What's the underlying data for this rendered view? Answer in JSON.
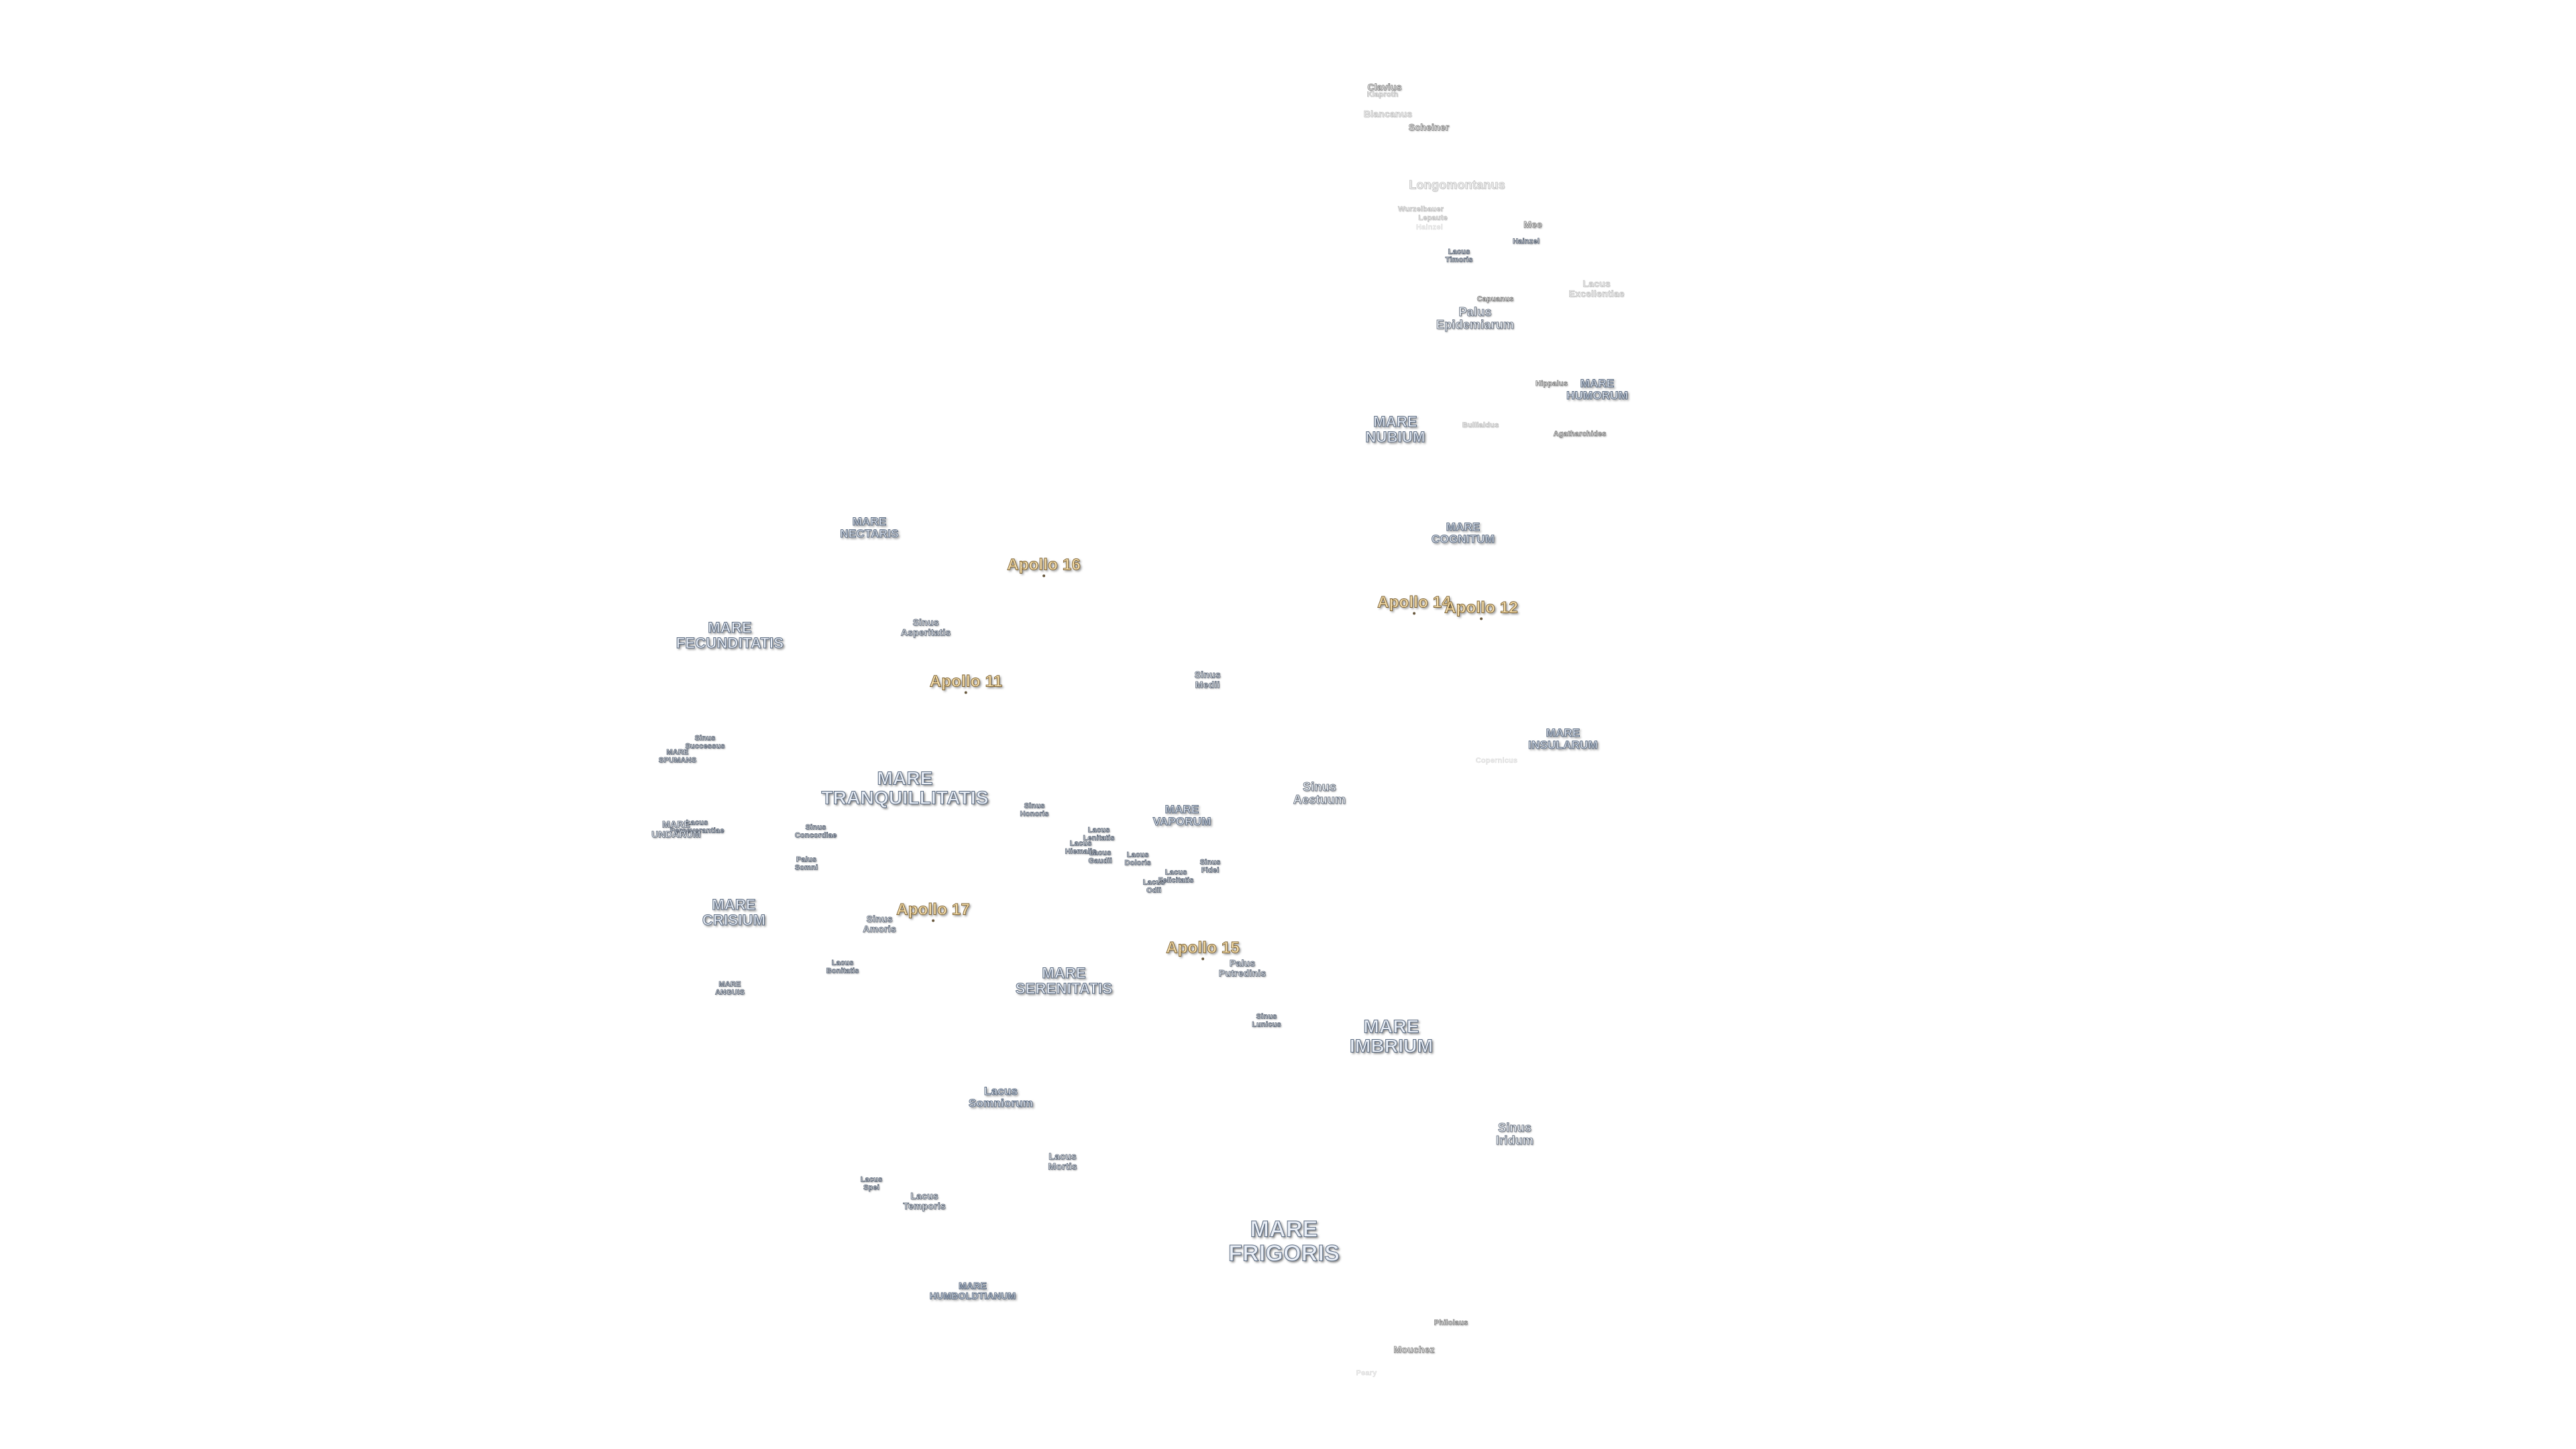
{
  "labels": [
    {
      "id": "mare-fecunditatis",
      "text": "MARE\nFECUNDITATIS",
      "style": "mare m"
    },
    {
      "id": "mare-nectaris",
      "text": "MARE\nNECTARIS",
      "style": "mare s"
    },
    {
      "id": "sinus-asperitatis",
      "text": "Sinus\nAsperitatis",
      "style": "small s"
    },
    {
      "id": "apollo-16",
      "text": "Apollo 16",
      "style": "apollo"
    },
    {
      "id": "apollo-11",
      "text": "Apollo 11",
      "style": "apollo"
    },
    {
      "id": "sinus-successus",
      "text": "Sinus\nSuccessus",
      "style": "small xs"
    },
    {
      "id": "mare-spumans",
      "text": "MARE\nSPUMANS",
      "style": "small xs"
    },
    {
      "id": "mare-tranquillitatis",
      "text": "MARE\nTRANQUILLITATIS",
      "style": "mare l"
    },
    {
      "id": "lacus-perseverantiae",
      "text": "Lacus\nPerseverantiae",
      "style": "small xs"
    },
    {
      "id": "mare-undarum",
      "text": "MARE\nUNDARUM",
      "style": "small s"
    },
    {
      "id": "sinus-concordiae",
      "text": "Sinus\nConcordiae",
      "style": "small xs"
    },
    {
      "id": "palus-somni",
      "text": "Palus\nSomni",
      "style": "small xs"
    },
    {
      "id": "mare-crisium",
      "text": "MARE\nCRISIUM",
      "style": "mare m"
    },
    {
      "id": "sinus-amoris",
      "text": "Sinus\nAmoris",
      "style": "small s"
    },
    {
      "id": "apollo-17",
      "text": "Apollo 17",
      "style": "apollo"
    },
    {
      "id": "lacus-bonitatis",
      "text": "Lacus\nBonitatis",
      "style": "small xs"
    },
    {
      "id": "mare-anguis",
      "text": "MARE\nANGUIS",
      "style": "small xs"
    },
    {
      "id": "mare-serenitatis",
      "text": "MARE\nSERENITATIS",
      "style": "mare m"
    },
    {
      "id": "sinus-honoris",
      "text": "Sinus\nHonoris",
      "style": "small xs"
    },
    {
      "id": "lacus-lenitatis",
      "text": "Lacus\nLenitatis",
      "style": "small xs"
    },
    {
      "id": "lacus-hiemalis",
      "text": "Lacus\nHiemalis",
      "style": "small xs"
    },
    {
      "id": "lacus-gaudii",
      "text": "Lacus\nGaudii",
      "style": "small xs"
    },
    {
      "id": "lacus-doloris",
      "text": "Lacus\nDoloris",
      "style": "small xs"
    },
    {
      "id": "lacus-odii",
      "text": "Lacus\nOdii",
      "style": "small xs"
    },
    {
      "id": "lacus-felicitatis",
      "text": "Lacus\nFelicitatis",
      "style": "small xs"
    },
    {
      "id": "sinus-fidei",
      "text": "Sinus\nFidei",
      "style": "small xs"
    },
    {
      "id": "mare-vaporum",
      "text": "MARE\nVAPORUM",
      "style": "mare s"
    },
    {
      "id": "sinus-medii",
      "text": "Sinus\nMedii",
      "style": "small s"
    },
    {
      "id": "sinus-aestuum",
      "text": "Sinus\nAestuum",
      "style": "small m"
    },
    {
      "id": "apollo-15",
      "text": "Apollo 15",
      "style": "apollo"
    },
    {
      "id": "palus-putredinis",
      "text": "Palus\nPutredinis",
      "style": "small s"
    },
    {
      "id": "sinus-lunicus",
      "text": "Sinus\nLunicus",
      "style": "small xs"
    },
    {
      "id": "mare-imbrium",
      "text": "MARE\nIMBRIUM",
      "style": "mare l"
    },
    {
      "id": "lacus-somniorum",
      "text": "Lacus\nSomniorum",
      "style": "mare s"
    },
    {
      "id": "lacus-mortis",
      "text": "Lacus\nMortis",
      "style": "small s"
    },
    {
      "id": "lacus-spei",
      "text": "Lacus\nSpei",
      "style": "small xs"
    },
    {
      "id": "lacus-temporis",
      "text": "Lacus\nTemporis",
      "style": "small s"
    },
    {
      "id": "mare-humboldtianum",
      "text": "MARE\nHUMBOLDTIANUM",
      "style": "mare xs"
    },
    {
      "id": "mare-frigoris",
      "text": "MARE\nFRIGORIS",
      "style": "mare xl"
    },
    {
      "id": "sinus-iridum",
      "text": "Sinus\nIridum",
      "style": "small m"
    },
    {
      "id": "philolaus",
      "text": "Philolaus",
      "style": "crater xs"
    },
    {
      "id": "mouchez",
      "text": "Mouchez",
      "style": "crater s"
    },
    {
      "id": "faint-bottom",
      "text": "Peary",
      "style": "faint xs vf"
    },
    {
      "id": "clavius",
      "text": "Clavius",
      "style": "crater s"
    },
    {
      "id": "kaiser",
      "text": "Klaproth",
      "style": "faint xs"
    },
    {
      "id": "blancanus",
      "text": "Blancanus",
      "style": "faint s"
    },
    {
      "id": "scheiner",
      "text": "Scheiner",
      "style": "crater s"
    },
    {
      "id": "longomontanus",
      "text": "Longomontanus",
      "style": "faint m"
    },
    {
      "id": "wurzelbauer",
      "text": "Wurzelbauer",
      "style": "faint xs"
    },
    {
      "id": "lepaute",
      "text": "Lepaute",
      "style": "faint xs"
    },
    {
      "id": "hainzel",
      "text": "Hainzel",
      "style": "faint xs vf"
    },
    {
      "id": "mee",
      "text": "Mee",
      "style": "crater s"
    },
    {
      "id": "lacus-timoris",
      "text": "Lacus\nTimoris",
      "style": "small xs"
    },
    {
      "id": "hainzel-2",
      "text": "Hainzel",
      "style": "small xs"
    },
    {
      "id": "lacus-excellentiae",
      "text": "Lacus\nExcellentiae",
      "style": "faint s"
    },
    {
      "id": "capuanus",
      "text": "Capuanus",
      "style": "crater xs"
    },
    {
      "id": "palus-epidemiarum",
      "text": "Palus\nEpidemiarum",
      "style": "small m"
    },
    {
      "id": "hippalus",
      "text": "Hippalus",
      "style": "crater xs"
    },
    {
      "id": "mare-humorum",
      "text": "MARE\nHUMORUM",
      "style": "mare s"
    },
    {
      "id": "mare-nubium",
      "text": "MARE\nNUBIUM",
      "style": "mare m"
    },
    {
      "id": "bullialdus",
      "text": "Bullialdus",
      "style": "faint xs"
    },
    {
      "id": "agatharchides",
      "text": "Agatharchides",
      "style": "crater xs"
    },
    {
      "id": "mare-cognitum",
      "text": "MARE\nCOGNITUM",
      "style": "mare s"
    },
    {
      "id": "apollo-14",
      "text": "Apollo 14",
      "style": "apollo"
    },
    {
      "id": "apollo-12",
      "text": "Apollo 12",
      "style": "apollo"
    },
    {
      "id": "mare-insularum",
      "text": "MARE\nINSULARUM",
      "style": "mare s"
    },
    {
      "id": "copernicus",
      "text": "Copernicus",
      "style": "faint xs vf"
    }
  ]
}
